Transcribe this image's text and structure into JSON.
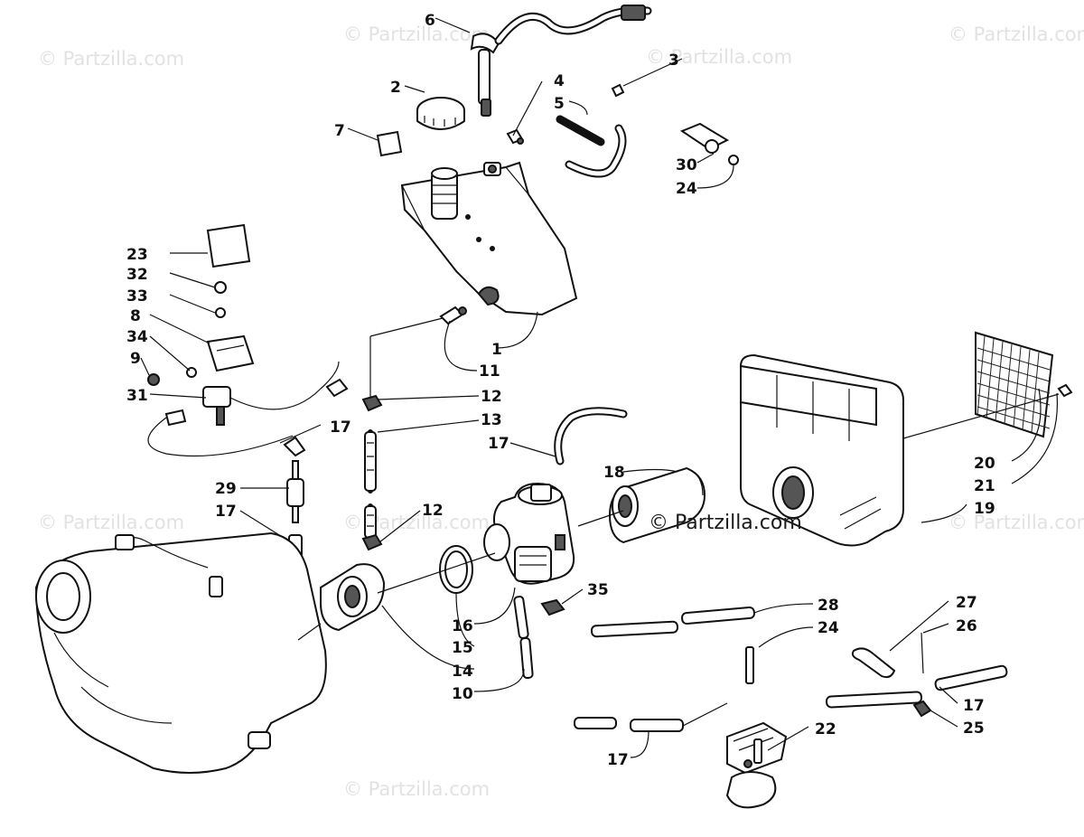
{
  "watermarks": [
    "© Partzilla.com",
    "© Partzilla.com",
    "© Partzilla.com",
    "© Partzilla.com",
    "© Partzilla.com",
    "© Partzilla.com",
    "© Partzilla.com",
    "© Partzilla.com"
  ],
  "center_watermark": "© Partzilla.com",
  "callouts": [
    "6",
    "2",
    "4",
    "5",
    "3",
    "7",
    "30",
    "24",
    "23",
    "32",
    "33",
    "8",
    "34",
    "9",
    "1",
    "11",
    "31",
    "12",
    "13",
    "17",
    "17",
    "18",
    "20",
    "21",
    "19",
    "29",
    "17",
    "12",
    "35",
    "16",
    "15",
    "14",
    "10",
    "28",
    "24",
    "27",
    "26",
    "17",
    "25",
    "22",
    "17"
  ],
  "colors": {
    "ink": "#111111",
    "watermark": "#e2e2e2",
    "background": "#ffffff"
  }
}
